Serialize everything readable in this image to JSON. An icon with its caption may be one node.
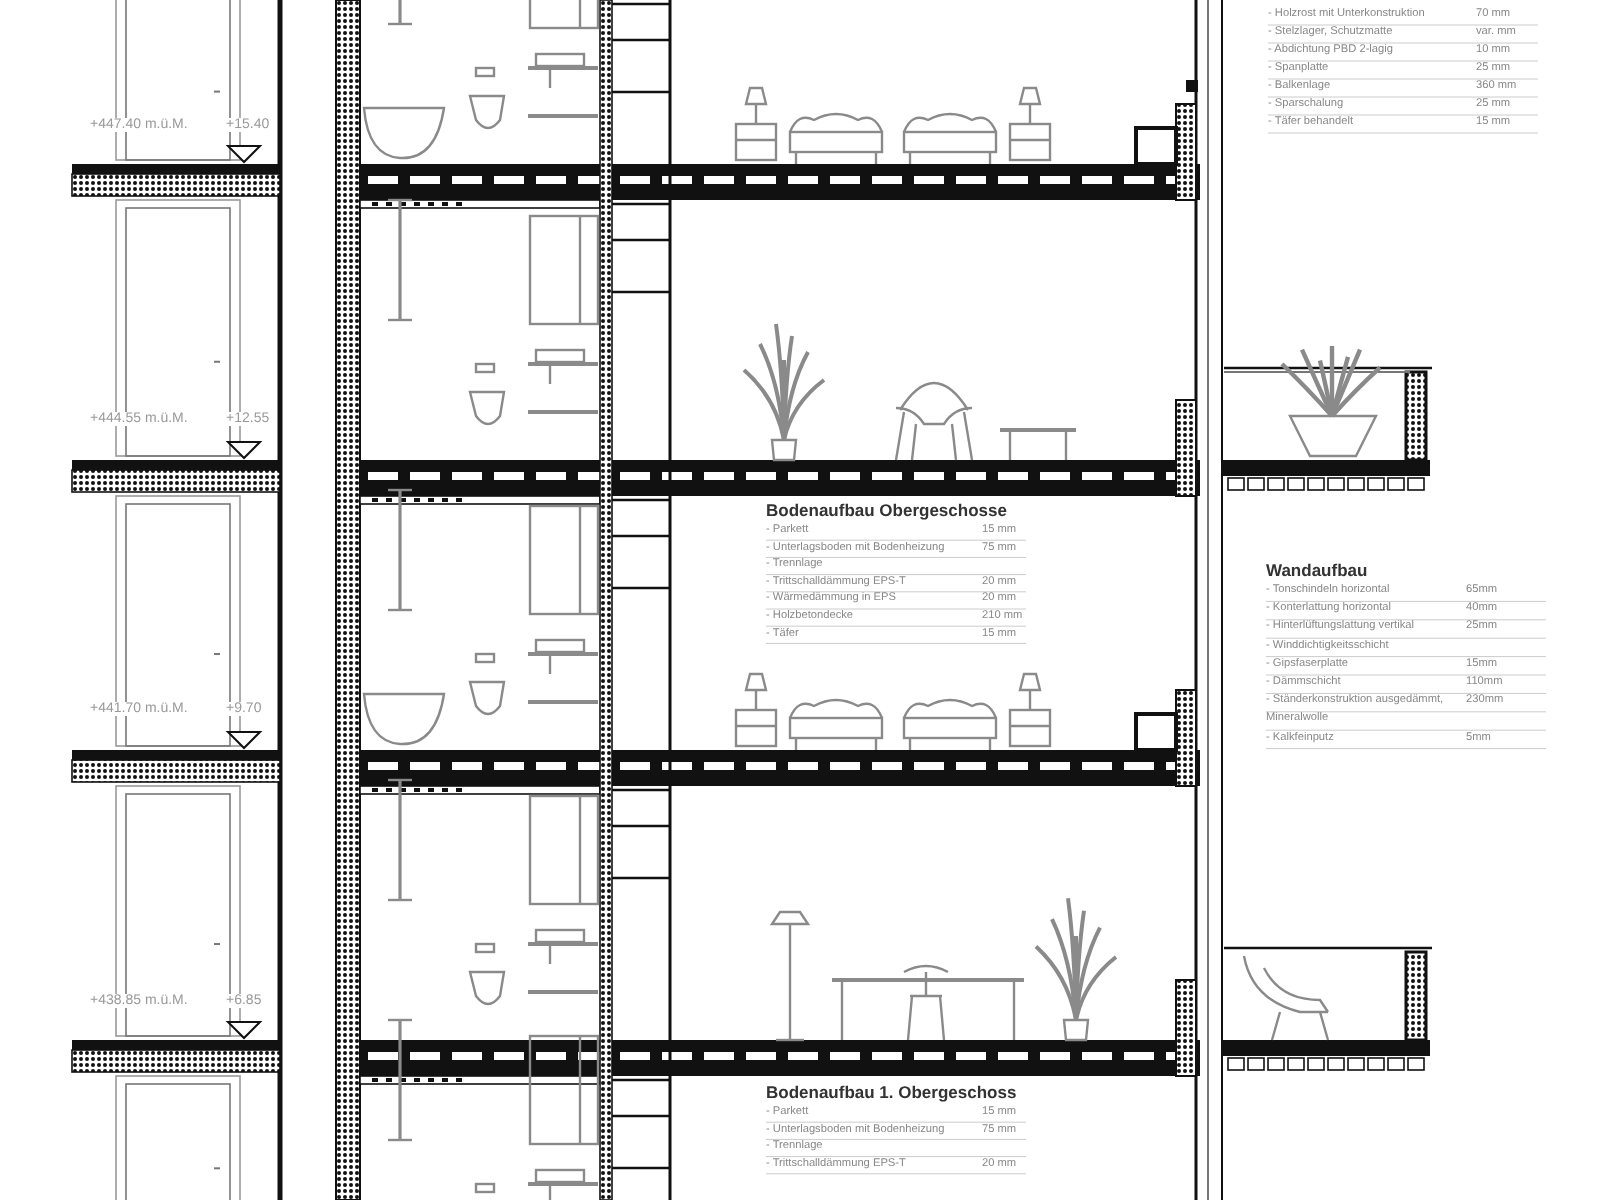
{
  "diagram": {
    "labels": [
      "- Holzrost mit Unterkonstruktion",
      "70 mm",
      "- Stelzlager, Schutzmatte",
      "var. mm",
      "- Abdichtung PBD 2-lagig",
      "10 mm",
      "- Spanplatte",
      "25 mm",
      "- Balkenlage",
      "360 mm",
      "- Sparschalung",
      "25 mm",
      "- Täfer behandelt",
      "15 mm",
      "+447.40 m.ü.M.",
      "+15.40",
      "+444.55 m.ü.M.",
      "+12.55",
      "Bodenaufbau Obergeschosse",
      "- Parkett",
      "15 mm",
      "- Unterlagsboden mit Bodenheizung",
      "75 mm",
      "- Trennlage",
      "- Trittschalldämmung EPS-T",
      "20 mm",
      "- Wärmedämmung in EPS",
      "20 mm",
      "- Holzbetondecke",
      "210 mm",
      "- Täfer",
      "15 mm",
      "Wandaufbau",
      "- Tonschindeln horizontal",
      "65mm",
      "- Konterlattung horizontal",
      "40mm",
      "- Hinterlüftungslattung vertikal",
      "25mm",
      "- Winddichtigkeitsschicht",
      "- Gipsfaserplatte",
      "15mm",
      "- Dämmschicht",
      "110mm",
      "- Ständerkonstruktion ausgedämmt,",
      "230mm",
      "Mineralwolle",
      "- Kalkfeinputz",
      "5mm",
      "+441.70 m.ü.M.",
      "+9.70",
      "+438.85 m.ü.M.",
      "+6.85",
      "Bodenaufbau 1. Obergeschoss",
      "- Parkett",
      "15 mm",
      "- Unterlagsboden mit Bodenheizung",
      "75 mm",
      "- Trennlage",
      "- Trittschalldämmung EPS-T",
      "20 mm"
    ]
  }
}
